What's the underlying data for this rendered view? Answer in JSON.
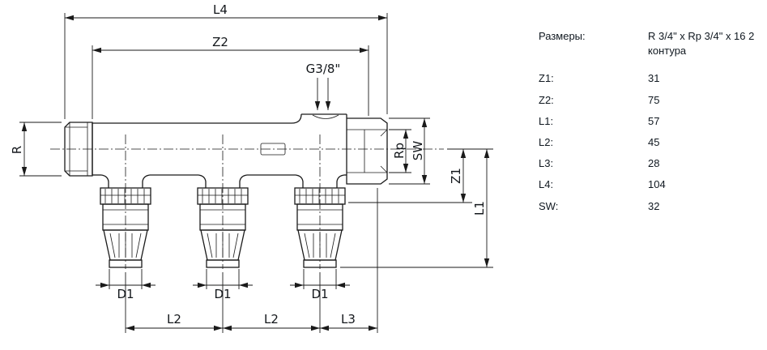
{
  "colors": {
    "line": "#1a1a1a",
    "text": "#101820",
    "background": "#ffffff"
  },
  "drawing": {
    "labels": {
      "l4": "L4",
      "z2": "Z2",
      "g": "G3/8\"",
      "r": "R",
      "rp": "Rp",
      "sw": "SW",
      "z1": "Z1",
      "l1": "L1",
      "d1": "D1",
      "l2": "L2",
      "l3": "L3"
    }
  },
  "dimensions_table": {
    "header_label": "Размеры:",
    "header_value": "R 3/4\" x Rp 3/4\" x 16 2 контура",
    "rows": [
      {
        "label": "Z1:",
        "value": "31"
      },
      {
        "label": "Z2:",
        "value": "75"
      },
      {
        "label": "L1:",
        "value": "57"
      },
      {
        "label": "L2:",
        "value": "45"
      },
      {
        "label": "L3:",
        "value": "28"
      },
      {
        "label": "L4:",
        "value": "104"
      },
      {
        "label": "SW:",
        "value": "32"
      }
    ]
  }
}
